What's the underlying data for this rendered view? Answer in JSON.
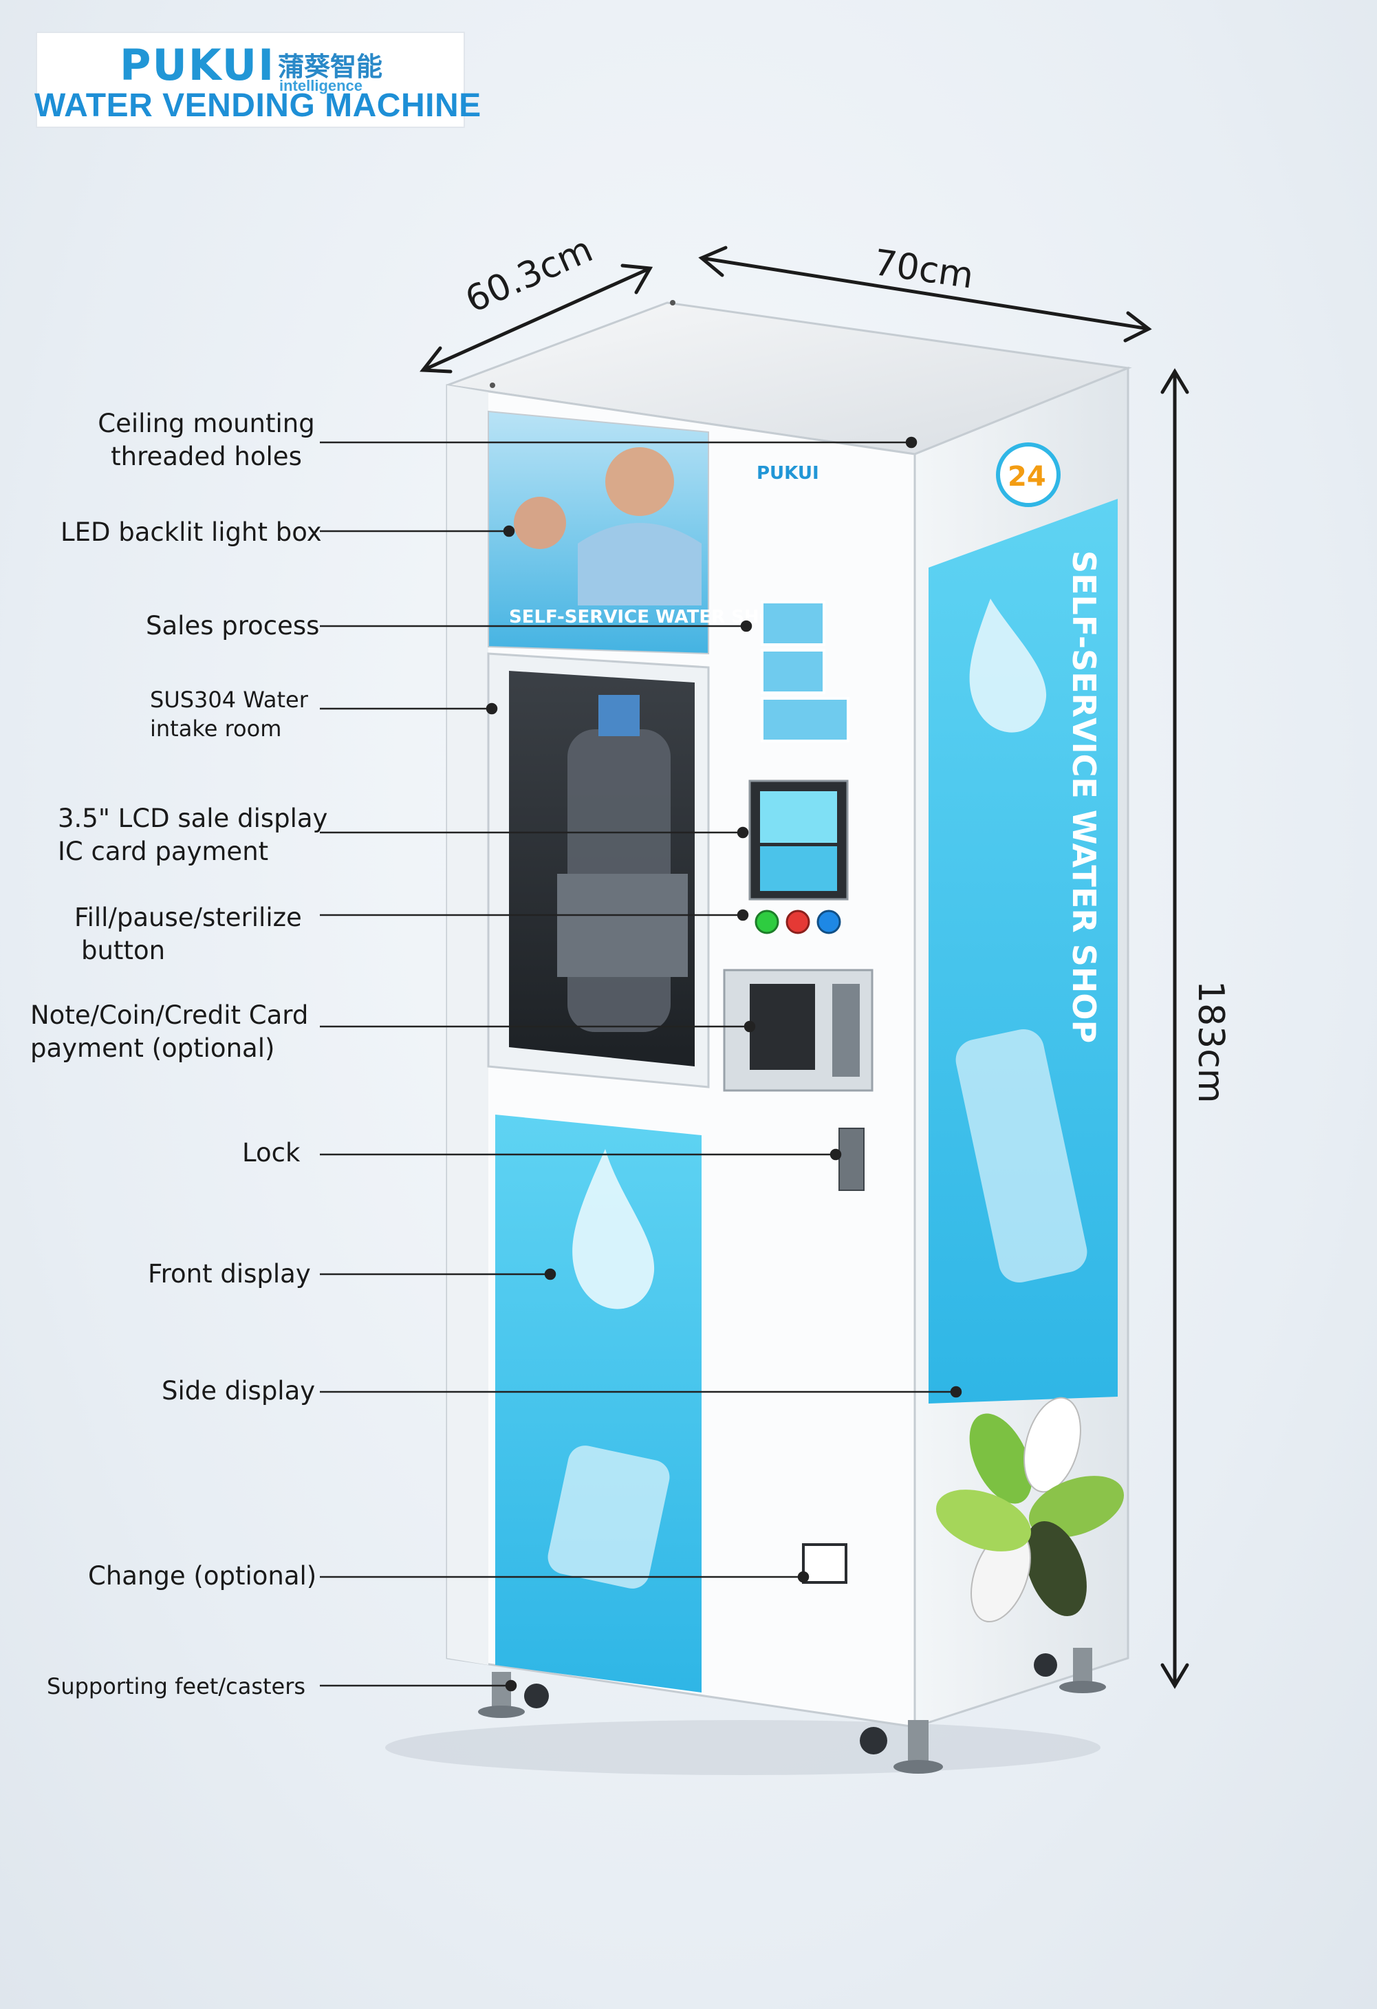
{
  "brand": {
    "logo": "PUKUI",
    "chinese": "蒲葵智能",
    "tagline": "intelligence",
    "subtitle": "WATER VENDING MACHINE"
  },
  "dimensions": {
    "depth": "60.3cm",
    "width": "70cm",
    "height": "183cm"
  },
  "callouts": [
    {
      "line1": "Ceiling mounting",
      "line2": "threaded holes"
    },
    {
      "line1": "LED backlit light box"
    },
    {
      "line1": "Sales process"
    },
    {
      "line1": "SUS304 Water",
      "line2": "intake room"
    },
    {
      "line1": "3.5\" LCD sale display",
      "line2": "IC card payment"
    },
    {
      "line1": "Fill/pause/sterilize",
      "line2": "button"
    },
    {
      "line1": "Note/Coin/Credit Card",
      "line2": "payment (optional)"
    },
    {
      "line1": "Lock"
    },
    {
      "line1": "Front display"
    },
    {
      "line1": "Side display"
    },
    {
      "line1": "Change (optional)"
    },
    {
      "line1": "Supporting feet/casters"
    }
  ],
  "machine": {
    "panel_text": "SELF-SERVICE WATER SHOP",
    "side_text": "SELF-SERVICE WATER SHOP",
    "badge": "24",
    "top_logo": "PUKUI"
  },
  "colors": {
    "brand_blue": "#1e8fd6",
    "panel_cyan": "#3fc0ea",
    "button_green": "#2ecc40",
    "button_red": "#e53935",
    "button_blue": "#1e88e5"
  }
}
